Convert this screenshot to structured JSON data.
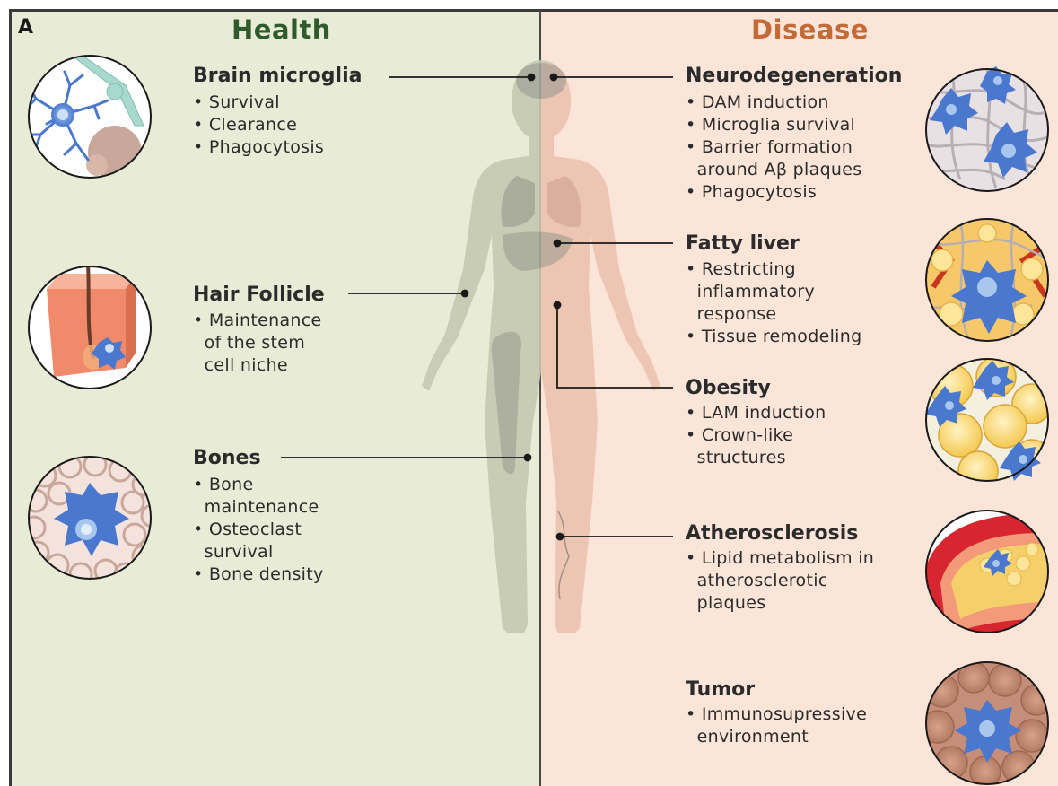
{
  "panel_letter": "A",
  "health": {
    "title": "Health",
    "sections": [
      {
        "title": "Brain microglia",
        "items": [
          "• Survival",
          "• Clearance",
          "• Phagocytosis"
        ]
      },
      {
        "title": "Hair Follicle",
        "items": [
          "• Maintenance",
          "  of the stem",
          "  cell niche"
        ]
      },
      {
        "title": "Bones",
        "items": [
          "• Bone",
          "  maintenance",
          "• Osteoclast",
          "  survival",
          "• Bone density"
        ]
      }
    ]
  },
  "disease": {
    "title": "Disease",
    "sections": [
      {
        "title": "Neurodegeneration",
        "items": [
          "• DAM induction",
          "• Microglia survival",
          "• Barrier formation",
          "  around Aβ plaques",
          "• Phagocytosis"
        ]
      },
      {
        "title": "Fatty liver",
        "items": [
          "• Restricting",
          "  inflammatory",
          "  response",
          "• Tissue remodeling"
        ]
      },
      {
        "title": "Obesity",
        "items": [
          "• LAM induction",
          "• Crown-like",
          "  structures"
        ]
      },
      {
        "title": "Atherosclerosis",
        "items": [
          "• Lipid metabolism in",
          "  atherosclerotic",
          "  plaques"
        ]
      },
      {
        "title": "Tumor",
        "items": [
          "• Immunosupressive",
          "  environment"
        ]
      }
    ]
  },
  "colors": {
    "health_bg": "#e8ecd6",
    "disease_bg": "#fbe4d8",
    "health_title": "#2f5a2a",
    "disease_title": "#c46a36",
    "microglia_blue": "#4a78cf",
    "body_health": "#c9cdb6",
    "body_disease": "#edc7b4"
  }
}
